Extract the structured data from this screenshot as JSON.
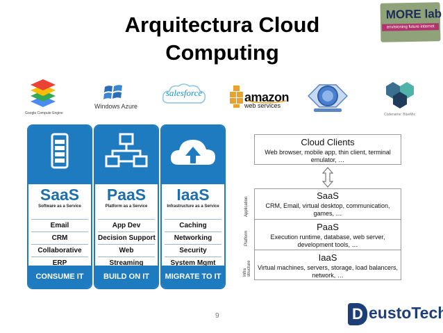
{
  "slide": {
    "title_line1": "Arquitectura Cloud",
    "title_line2": "Computing",
    "page_number": "9"
  },
  "logos": {
    "morelab_title": "MORE lab",
    "morelab_tagline": "envisioning future internet",
    "google_caption": "Google Compute Engine",
    "azure_caption": "Windows Azure",
    "salesforce_text": "salesforce",
    "amazon_text": "amazon",
    "aws_text": "web services",
    "bluemix_caption": "Codename: BlueMix",
    "deusto_d": "D",
    "deusto_text": "eustoTech"
  },
  "cards": [
    {
      "name": "SaaS",
      "subtitle": "Software as a Service",
      "items": [
        "Email",
        "CRM",
        "Collaborative",
        "ERP"
      ],
      "action": "CONSUME IT"
    },
    {
      "name": "PaaS",
      "subtitle": "Platform as a Service",
      "items": [
        "App Dev",
        "Decision Support",
        "Web",
        "Streaming"
      ],
      "action": "BUILD ON IT"
    },
    {
      "name": "IaaS",
      "subtitle": "Infrastructure as a Service",
      "items": [
        "Caching",
        "Networking",
        "Security",
        "System Mgmt"
      ],
      "action": "MIGRATE TO IT"
    }
  ],
  "diagram": {
    "clients_title": "Cloud Clients",
    "clients_desc": "Web browser, mobile app, thin client, terminal emulator, …",
    "layers": [
      {
        "title": "SaaS",
        "desc": "CRM, Email, virtual desktop, communication, games, …",
        "side": "Application"
      },
      {
        "title": "PaaS",
        "desc": "Execution runtime, database, web server, development tools, …",
        "side": "Platform"
      },
      {
        "title": "IaaS",
        "desc": "Virtual machines, servers, storage, load balancers, network, …",
        "side": "Infra structure"
      }
    ]
  },
  "colors": {
    "card_blue": "#1f7bc0",
    "deusto_blue": "#1d3f78",
    "morelab_green": "#8fa27a",
    "morelab_pink": "#b0356c"
  }
}
